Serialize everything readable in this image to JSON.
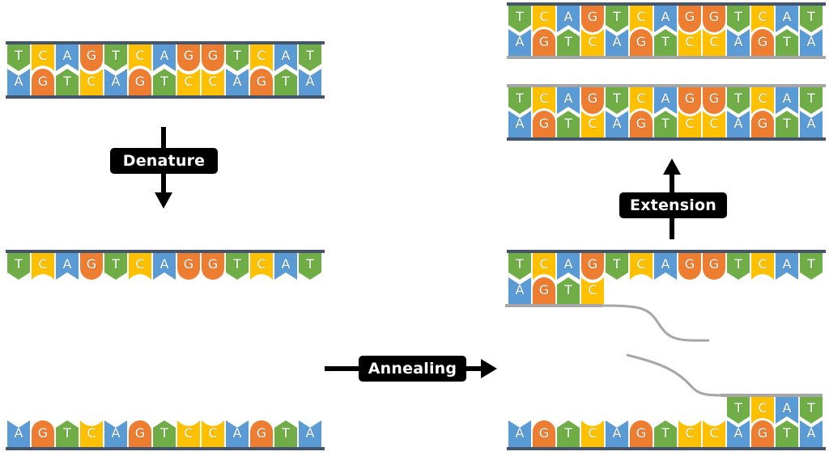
{
  "title": "PCR cycle: Denature, Annealing, Extension",
  "colors": {
    "A": "#5B9BD5",
    "T": "#70AD47",
    "C": "#FFC000",
    "G": "#ED7D31",
    "backbone_template": "#44546A",
    "backbone_new": "#A6A6A6",
    "label_bg": "#000000",
    "label_text": "#FFFFFF"
  },
  "steps": {
    "denature": "Denature",
    "annealing": "Annealing",
    "extension": "Extension"
  },
  "sequences": {
    "top_strand": "TCAGTCAGGTCAT",
    "bottom_strand": "AGTCAGTCCAGTA"
  },
  "panels": {
    "initial_duplex": {
      "top": "TCAGTCAGGTCAT",
      "bottom": "AGTCAGTCCAGTA",
      "top_backbone": "template",
      "bottom_backbone": "template"
    },
    "denatured_top": {
      "top": "TCAGTCAGGTCAT",
      "top_backbone": "template"
    },
    "denatured_bottom": {
      "bottom": "AGTCAGTCCAGTA",
      "bottom_backbone": "template"
    },
    "annealed_top": {
      "top": "TCAGTCAGGTCAT",
      "primer": "AGTC",
      "primer_position": "start",
      "top_backbone": "template",
      "primer_backbone": "new"
    },
    "annealed_bottom": {
      "bottom": "AGTCAGTCCAGTA",
      "primer": "TCAT",
      "primer_position": "end",
      "bottom_backbone": "template",
      "primer_backbone": "new"
    },
    "product_1": {
      "top": "TCAGTCAGGTCAT",
      "bottom": "AGTCAGTCCAGTA",
      "top_backbone": "template",
      "bottom_backbone": "new"
    },
    "product_2": {
      "top": "TCAGTCAGGTCAT",
      "bottom": "AGTCAGTCCAGTA",
      "top_backbone": "new",
      "bottom_backbone": "template"
    }
  }
}
